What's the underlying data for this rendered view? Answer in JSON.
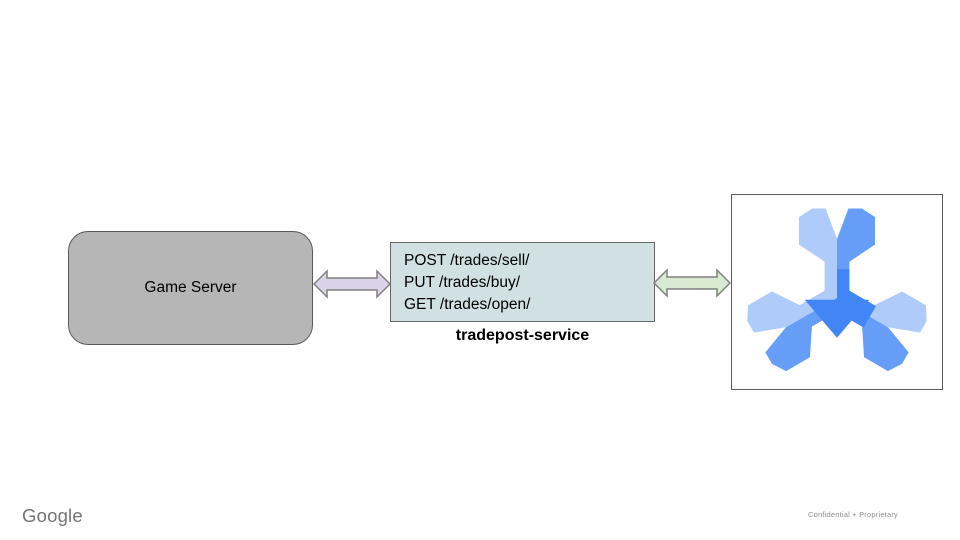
{
  "slide": {
    "background": "#ffffff",
    "boxes": {
      "game_server": {
        "label": "Game Server",
        "fill": "#b6b6b6",
        "border": "#595959"
      },
      "service": {
        "lines": [
          "POST /trades/sell/",
          "PUT /trades/buy/",
          "GET /trades/open/"
        ],
        "fill": "#d0e0e3",
        "border": "#666666",
        "caption": "tradepost-service"
      },
      "spanner": {
        "fill": "#ffffff",
        "border": "#595959",
        "icon": "cloud-spanner-icon"
      }
    },
    "arrows": {
      "game_to_service": {
        "direction": "bidirectional",
        "fill": "#d9d2e9",
        "stroke": "#7f7f7f"
      },
      "service_to_spanner": {
        "direction": "bidirectional",
        "fill": "#d9ead3",
        "stroke": "#7f7f7f"
      }
    },
    "spanner_icon_colors": {
      "light": "#aecbfa",
      "medium": "#669df6",
      "dark": "#4285f4"
    },
    "footer": {
      "brand": "Google",
      "note": "Confidential + Proprietary"
    }
  }
}
